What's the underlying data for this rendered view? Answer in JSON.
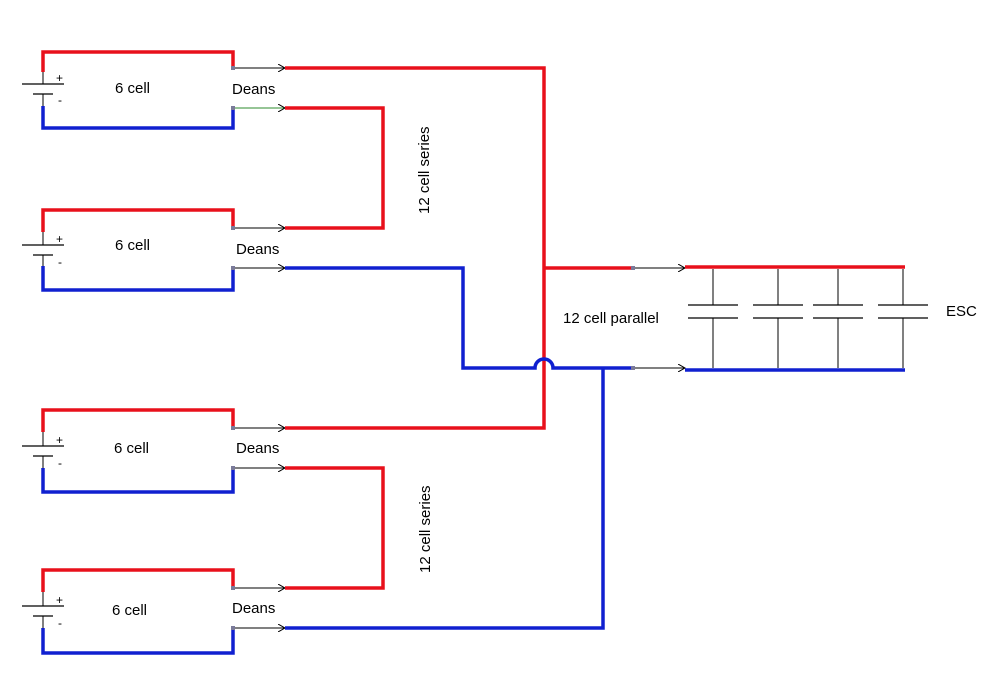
{
  "colors": {
    "positive": "#e8101b",
    "negative": "#1020d0",
    "connector": "#000000",
    "jumper": "#2e8b2e"
  },
  "batteries": [
    {
      "label": "6 cell",
      "plus": "+",
      "minus": "-"
    },
    {
      "label": "6 cell",
      "plus": "+",
      "minus": "-"
    },
    {
      "label": "6 cell",
      "plus": "+",
      "minus": "-"
    },
    {
      "label": "6 cell",
      "plus": "+",
      "minus": "-"
    }
  ],
  "connectors": [
    "Deans",
    "Deans",
    "Deans",
    "Deans"
  ],
  "series_labels": [
    "12 cell series",
    "12 cell series"
  ],
  "parallel_label": "12 cell parallel",
  "esc_label": "ESC"
}
